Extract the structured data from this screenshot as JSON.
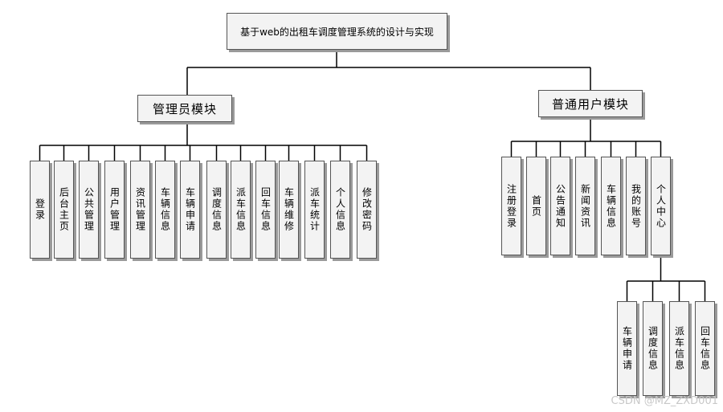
{
  "root": "基于web的出租车调度管理系统的设计与实现",
  "admin_module": {
    "title": "管理员模块",
    "items": [
      "登录",
      "后台主页",
      "公共管理",
      "用户管理",
      "资讯管理",
      "车辆信息",
      "车辆申请",
      "调度信息",
      "派车信息",
      "回车信息",
      "车辆维修",
      "派车统计",
      "个人信息",
      "修改密码"
    ]
  },
  "user_module": {
    "title": "普通用户模块",
    "items": [
      "注册登录",
      "首页",
      "公告通知",
      "新闻资讯",
      "车辆信息",
      "我的账号",
      "个人中心"
    ],
    "personal_center": {
      "items": [
        "车辆申请",
        "调度信息",
        "派车信息",
        "回车信息"
      ]
    }
  },
  "watermark": "CSDN @MZ_ZXD001"
}
